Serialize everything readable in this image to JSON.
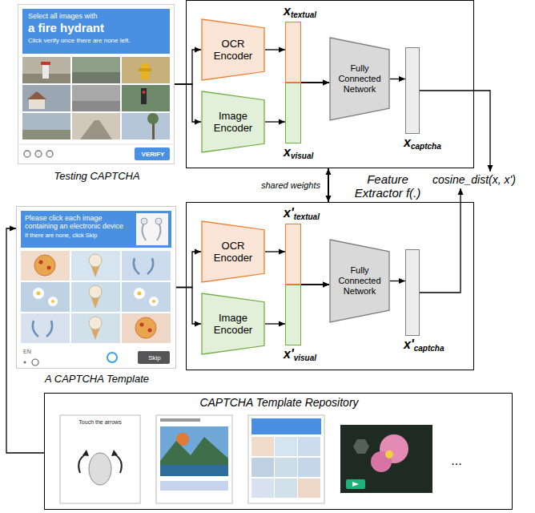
{
  "diagram": {
    "nodes": [
      {
        "text": [
          "Select all images with",
          "a fire hydrant",
          "Click verify once there are none left.",
          "VERIFY",
          "Testing CAPTCHA"
        ]
      },
      {
        "text": [
          "Feature Extractor f(.)"
        ]
      },
      {
        "text": [
          "OCR Encoder"
        ],
        "in": 1
      },
      {
        "text": [
          "Image Encoder"
        ],
        "in": 1
      },
      {
        "text": [
          "x",
          "textual"
        ],
        "in": 1
      },
      {
        "text": [
          "x",
          "visual"
        ],
        "in": 1
      },
      {
        "text": [
          "Fully Connected Network"
        ],
        "in": 1
      },
      {
        "text": [
          "x",
          "captcha"
        ],
        "in": 1
      },
      {
        "text": [
          "cosine_dist(x, x')"
        ]
      },
      {
        "text": [
          "Please click each image containing an electronic device",
          "If there are none, click Skip",
          "Skip",
          "EN",
          "A CAPTCHA Template"
        ]
      },
      {
        "text": []
      },
      {
        "text": [
          "OCR Encoder"
        ],
        "in": 10
      },
      {
        "text": [
          "Image Encoder"
        ],
        "in": 10
      },
      {
        "text": [
          "x'",
          "textual"
        ],
        "in": 10
      },
      {
        "text": [
          "x'",
          "visual"
        ],
        "in": 10
      },
      {
        "text": [
          "Fully Connected Network"
        ],
        "in": 10
      },
      {
        "text": [
          "x'",
          "captcha"
        ],
        "in": 10
      },
      {
        "text": [
          "CAPTCHA Template Repository"
        ]
      }
    ],
    "edges": [
      {
        "from": 0,
        "to": 2,
        "arrow": "to"
      },
      {
        "from": 0,
        "to": 3,
        "arrow": "to"
      },
      {
        "from": 2,
        "to": 4,
        "arrow": "to"
      },
      {
        "from": 3,
        "to": 5,
        "arrow": "to"
      },
      {
        "from": 4,
        "to": 6,
        "arrow": "to"
      },
      {
        "from": 5,
        "to": 6,
        "arrow": "to"
      },
      {
        "from": 6,
        "to": 7,
        "arrow": "to"
      },
      {
        "from": 7,
        "to": 8,
        "arrow": "to"
      },
      {
        "from": 1,
        "to": 10,
        "label": "shared weights",
        "arrow": "both"
      },
      {
        "from": 9,
        "to": 11,
        "arrow": "to"
      },
      {
        "from": 9,
        "to": 12,
        "arrow": "to"
      },
      {
        "from": 11,
        "to": 13,
        "arrow": "to"
      },
      {
        "from": 12,
        "to": 14,
        "arrow": "to"
      },
      {
        "from": 13,
        "to": 15,
        "arrow": "to"
      },
      {
        "from": 14,
        "to": 15,
        "arrow": "to"
      },
      {
        "from": 15,
        "to": 16,
        "arrow": "to"
      },
      {
        "from": 16,
        "to": 8,
        "arrow": "to"
      },
      {
        "from": 17,
        "to": 9,
        "arrow": "to"
      }
    ],
    "labels": [
      "Touch the arrows",
      "..."
    ]
  }
}
